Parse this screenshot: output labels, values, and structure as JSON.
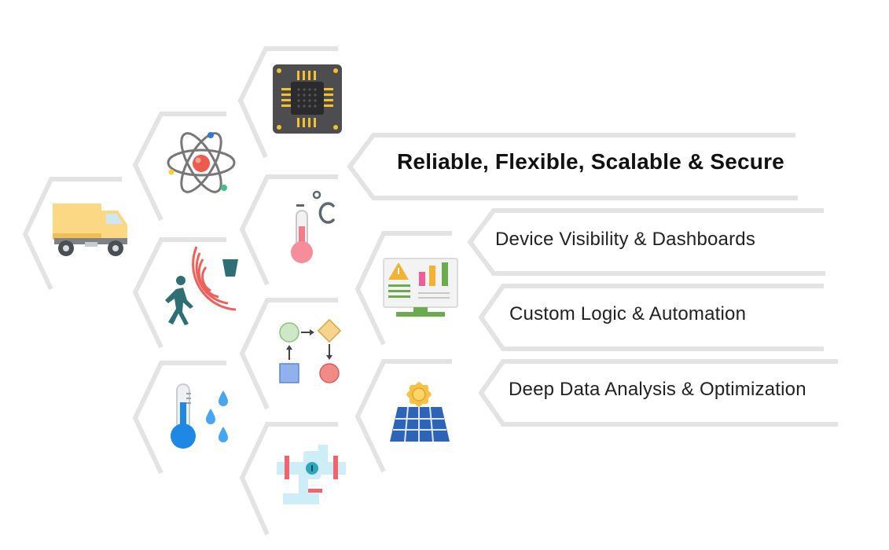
{
  "headline": "Reliable, Flexible, Scalable & Secure",
  "features": [
    "Device Visibility & Dashboards",
    "Custom Logic & Automation",
    "Deep Data Analysis & Optimization"
  ],
  "colors": {
    "outline": "#e3e3e3",
    "text": "#222222"
  },
  "tiles": [
    {
      "icon": "microchip-icon"
    },
    {
      "icon": "atom-icon"
    },
    {
      "icon": "delivery-truck-icon"
    },
    {
      "icon": "thermometer-celsius-icon"
    },
    {
      "icon": "motion-sensor-icon"
    },
    {
      "icon": "dashboard-monitor-icon"
    },
    {
      "icon": "flowchart-icon"
    },
    {
      "icon": "temperature-humidity-icon"
    },
    {
      "icon": "solar-panel-icon"
    },
    {
      "icon": "pipe-valve-icon"
    }
  ]
}
